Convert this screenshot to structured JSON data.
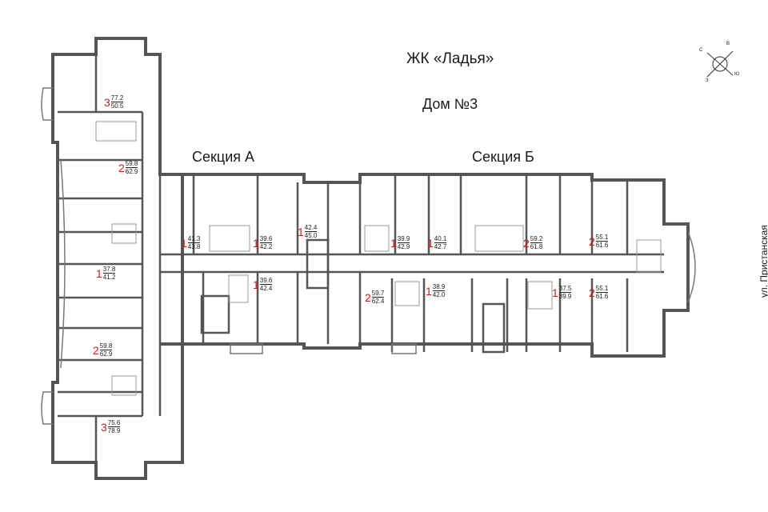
{
  "title": "ЖК «Ладья»",
  "house": "Дом №3",
  "sections": {
    "a": "Секция А",
    "b": "Секция Б"
  },
  "street": "ул. Пристанская",
  "compass": {
    "n": "С",
    "e": "В",
    "s": "З",
    "w": "Ю"
  },
  "apartments": [
    {
      "rooms": "3",
      "area_total": "77.2",
      "area_live": "50.5"
    },
    {
      "rooms": "2",
      "area_total": "59.8",
      "area_live": "62.9"
    },
    {
      "rooms": "1",
      "area_total": "37.8",
      "area_live": "41.2"
    },
    {
      "rooms": "2",
      "area_total": "59.8",
      "area_live": "62.9"
    },
    {
      "rooms": "3",
      "area_total": "75.6",
      "area_live": "78.9"
    },
    {
      "rooms": "1",
      "area_total": "41.3",
      "area_live": "43.8"
    },
    {
      "rooms": "1",
      "area_total": "39.6",
      "area_live": "42.2"
    },
    {
      "rooms": "1",
      "area_total": "42.4",
      "area_live": "45.0"
    },
    {
      "rooms": "1",
      "area_total": "39.6",
      "area_live": "42.4"
    },
    {
      "rooms": "1",
      "area_total": "39.9",
      "area_live": "42.9"
    },
    {
      "rooms": "1",
      "area_total": "40.1",
      "area_live": "42.7"
    },
    {
      "rooms": "2",
      "area_total": "59.2",
      "area_live": "61.8"
    },
    {
      "rooms": "2",
      "area_total": "55.1",
      "area_live": "61.6"
    },
    {
      "rooms": "2",
      "area_total": "59.7",
      "area_live": "62.4"
    },
    {
      "rooms": "1",
      "area_total": "38.9",
      "area_live": "42.0"
    },
    {
      "rooms": "1",
      "area_total": "37.5",
      "area_live": "39.9"
    },
    {
      "rooms": "2",
      "area_total": "55.1",
      "area_live": "61.6"
    }
  ]
}
